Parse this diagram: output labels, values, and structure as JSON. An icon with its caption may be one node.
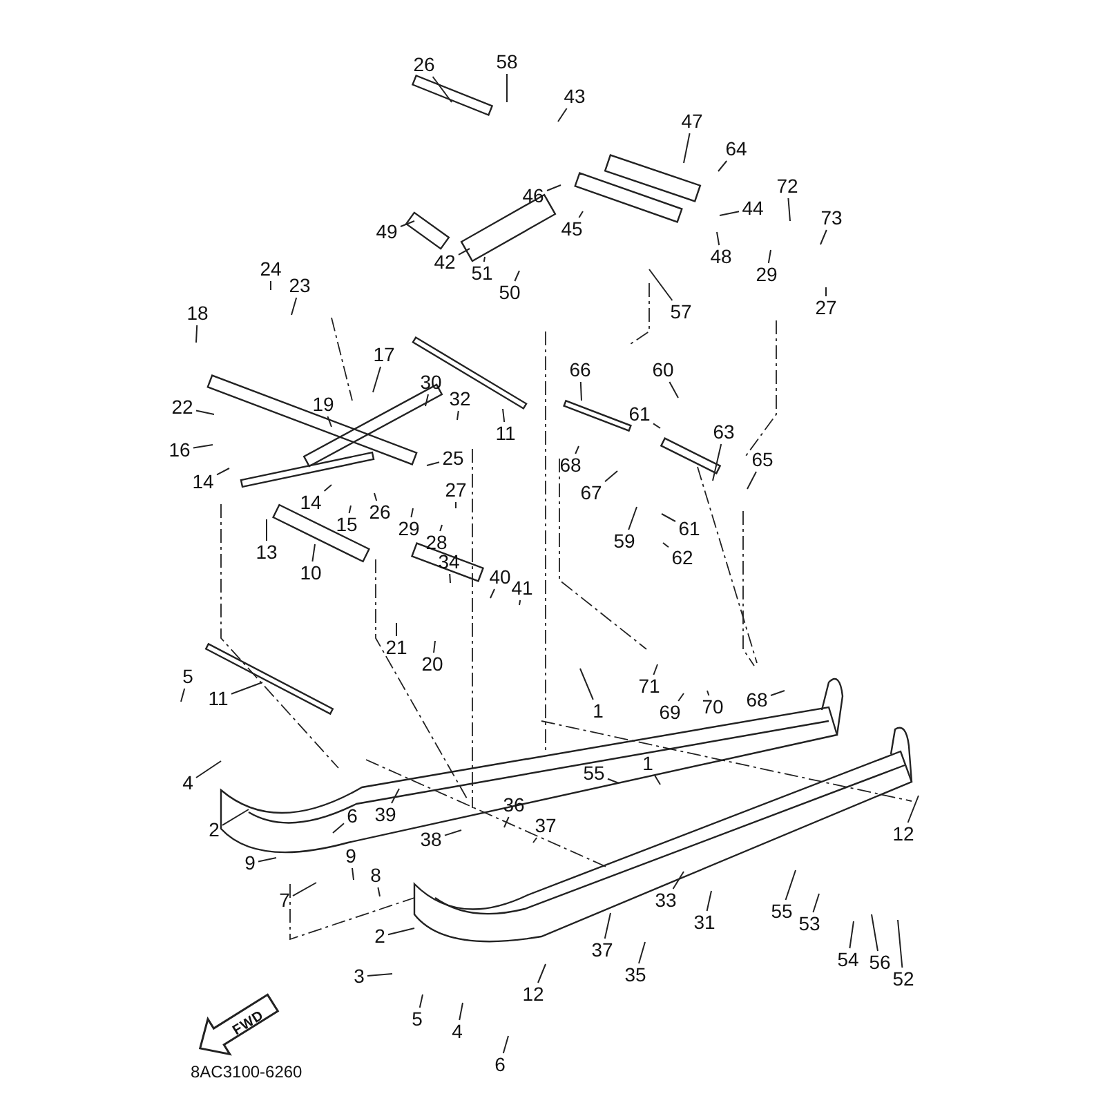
{
  "diagram": {
    "nodes": [
      {
        "text": [
          "26"
        ]
      },
      {
        "text": [
          "58"
        ]
      },
      {
        "text": [
          "43"
        ]
      },
      {
        "text": [
          "47"
        ]
      },
      {
        "text": [
          "64"
        ]
      },
      {
        "text": [
          "46"
        ]
      },
      {
        "text": [
          "44"
        ]
      },
      {
        "text": [
          "72"
        ]
      },
      {
        "text": [
          "73"
        ]
      },
      {
        "text": [
          "45"
        ]
      },
      {
        "text": [
          "49"
        ]
      },
      {
        "text": [
          "24"
        ]
      },
      {
        "text": [
          "23"
        ]
      },
      {
        "text": [
          "48"
        ]
      },
      {
        "text": [
          "29"
        ]
      },
      {
        "text": [
          "42"
        ]
      },
      {
        "text": [
          "51"
        ]
      },
      {
        "text": [
          "50"
        ]
      },
      {
        "text": [
          "57"
        ]
      },
      {
        "text": [
          "27"
        ]
      },
      {
        "text": [
          "18"
        ]
      },
      {
        "text": [
          "17"
        ]
      },
      {
        "text": [
          "30"
        ]
      },
      {
        "text": [
          "32"
        ]
      },
      {
        "text": [
          "11"
        ]
      },
      {
        "text": [
          "66"
        ]
      },
      {
        "text": [
          "60"
        ]
      },
      {
        "text": [
          "22"
        ]
      },
      {
        "text": [
          "19"
        ]
      },
      {
        "text": [
          "61"
        ]
      },
      {
        "text": [
          "63"
        ]
      },
      {
        "text": [
          "65"
        ]
      },
      {
        "text": [
          "16"
        ]
      },
      {
        "text": [
          "25"
        ]
      },
      {
        "text": [
          "14"
        ]
      },
      {
        "text": [
          "68"
        ]
      },
      {
        "text": [
          "67"
        ]
      },
      {
        "text": [
          "27"
        ]
      },
      {
        "text": [
          "14"
        ]
      },
      {
        "text": [
          "26"
        ]
      },
      {
        "text": [
          "59"
        ]
      },
      {
        "text": [
          "61"
        ]
      },
      {
        "text": [
          "15"
        ]
      },
      {
        "text": [
          "29"
        ]
      },
      {
        "text": [
          "28"
        ]
      },
      {
        "text": [
          "62"
        ]
      },
      {
        "text": [
          "13"
        ]
      },
      {
        "text": [
          "10"
        ]
      },
      {
        "text": [
          "34"
        ]
      },
      {
        "text": [
          "40"
        ]
      },
      {
        "text": [
          "41"
        ]
      },
      {
        "text": [
          "21"
        ]
      },
      {
        "text": [
          "20"
        ]
      },
      {
        "text": [
          "1"
        ]
      },
      {
        "text": [
          "11"
        ]
      },
      {
        "text": [
          "71"
        ]
      },
      {
        "text": [
          "69"
        ]
      },
      {
        "text": [
          "70"
        ]
      },
      {
        "text": [
          "68"
        ]
      },
      {
        "text": [
          "5"
        ]
      },
      {
        "text": [
          "1"
        ]
      },
      {
        "text": [
          "55"
        ]
      },
      {
        "text": [
          "4"
        ]
      },
      {
        "text": [
          "2"
        ]
      },
      {
        "text": [
          "6"
        ]
      },
      {
        "text": [
          "39"
        ]
      },
      {
        "text": [
          "12"
        ]
      },
      {
        "text": [
          "36"
        ]
      },
      {
        "text": [
          "37"
        ]
      },
      {
        "text": [
          "38"
        ]
      },
      {
        "text": [
          "9"
        ]
      },
      {
        "text": [
          "9"
        ]
      },
      {
        "text": [
          "8"
        ]
      },
      {
        "text": [
          "7"
        ]
      },
      {
        "text": [
          "33"
        ]
      },
      {
        "text": [
          "31"
        ]
      },
      {
        "text": [
          "55"
        ]
      },
      {
        "text": [
          "53"
        ]
      },
      {
        "text": [
          "54"
        ]
      },
      {
        "text": [
          "56"
        ]
      },
      {
        "text": [
          "52"
        ]
      },
      {
        "text": [
          "37"
        ]
      },
      {
        "text": [
          "35"
        ]
      },
      {
        "text": [
          "2"
        ]
      },
      {
        "text": [
          "3"
        ]
      },
      {
        "text": [
          "12"
        ]
      },
      {
        "text": [
          "5"
        ]
      },
      {
        "text": [
          "4"
        ]
      },
      {
        "text": [
          "6"
        ]
      }
    ],
    "edges": [
      {
        "from": 0,
        "to": null,
        "arrow": "none"
      },
      {
        "from": 1,
        "to": null,
        "arrow": "none"
      },
      {
        "from": 2,
        "to": null,
        "arrow": "none"
      },
      {
        "from": 3,
        "to": null,
        "arrow": "none"
      },
      {
        "from": 4,
        "to": null,
        "arrow": "none"
      },
      {
        "from": 5,
        "to": null,
        "arrow": "none"
      },
      {
        "from": 6,
        "to": null,
        "arrow": "none"
      },
      {
        "from": 7,
        "to": null,
        "arrow": "none"
      },
      {
        "from": 8,
        "to": null,
        "arrow": "none"
      },
      {
        "from": 9,
        "to": null,
        "arrow": "none"
      },
      {
        "from": 10,
        "to": null,
        "arrow": "none"
      },
      {
        "from": 11,
        "to": null,
        "arrow": "none"
      },
      {
        "from": 12,
        "to": null,
        "arrow": "none"
      },
      {
        "from": 13,
        "to": null,
        "arrow": "none"
      },
      {
        "from": 14,
        "to": null,
        "arrow": "none"
      },
      {
        "from": 15,
        "to": null,
        "arrow": "none"
      },
      {
        "from": 16,
        "to": null,
        "arrow": "none"
      },
      {
        "from": 17,
        "to": null,
        "arrow": "none"
      },
      {
        "from": 18,
        "to": null,
        "arrow": "none"
      },
      {
        "from": 19,
        "to": null,
        "arrow": "none"
      },
      {
        "from": 20,
        "to": null,
        "arrow": "none"
      },
      {
        "from": 21,
        "to": null,
        "arrow": "none"
      },
      {
        "from": 22,
        "to": null,
        "arrow": "none"
      },
      {
        "from": 23,
        "to": null,
        "arrow": "none"
      },
      {
        "from": 24,
        "to": null,
        "arrow": "none"
      },
      {
        "from": 25,
        "to": null,
        "arrow": "none"
      },
      {
        "from": 26,
        "to": null,
        "arrow": "none"
      },
      {
        "from": 27,
        "to": null,
        "arrow": "none"
      },
      {
        "from": 28,
        "to": null,
        "arrow": "none"
      },
      {
        "from": 29,
        "to": null,
        "arrow": "none"
      },
      {
        "from": 30,
        "to": null,
        "arrow": "none"
      },
      {
        "from": 31,
        "to": null,
        "arrow": "none"
      },
      {
        "from": 32,
        "to": null,
        "arrow": "none"
      },
      {
        "from": 33,
        "to": null,
        "arrow": "none"
      },
      {
        "from": 34,
        "to": null,
        "arrow": "none"
      },
      {
        "from": 35,
        "to": null,
        "arrow": "none"
      },
      {
        "from": 36,
        "to": null,
        "arrow": "none"
      },
      {
        "from": 37,
        "to": null,
        "arrow": "none"
      },
      {
        "from": 38,
        "to": null,
        "arrow": "none"
      },
      {
        "from": 39,
        "to": null,
        "arrow": "none"
      },
      {
        "from": 40,
        "to": null,
        "arrow": "none"
      },
      {
        "from": 41,
        "to": null,
        "arrow": "none"
      },
      {
        "from": 42,
        "to": null,
        "arrow": "none"
      },
      {
        "from": 43,
        "to": null,
        "arrow": "none"
      },
      {
        "from": 44,
        "to": null,
        "arrow": "none"
      },
      {
        "from": 45,
        "to": null,
        "arrow": "none"
      },
      {
        "from": 46,
        "to": null,
        "arrow": "none"
      },
      {
        "from": 47,
        "to": null,
        "arrow": "none"
      },
      {
        "from": 48,
        "to": null,
        "arrow": "none"
      },
      {
        "from": 49,
        "to": null,
        "arrow": "none"
      },
      {
        "from": 50,
        "to": null,
        "arrow": "none"
      },
      {
        "from": 51,
        "to": null,
        "arrow": "none"
      },
      {
        "from": 52,
        "to": null,
        "arrow": "none"
      },
      {
        "from": 53,
        "to": null,
        "arrow": "none"
      },
      {
        "from": 54,
        "to": null,
        "arrow": "none"
      },
      {
        "from": 55,
        "to": null,
        "arrow": "none"
      },
      {
        "from": 56,
        "to": null,
        "arrow": "none"
      },
      {
        "from": 57,
        "to": null,
        "arrow": "none"
      },
      {
        "from": 58,
        "to": null,
        "arrow": "none"
      },
      {
        "from": 59,
        "to": null,
        "arrow": "none"
      },
      {
        "from": 60,
        "to": null,
        "arrow": "none"
      },
      {
        "from": 61,
        "to": null,
        "arrow": "none"
      },
      {
        "from": 62,
        "to": null,
        "arrow": "none"
      },
      {
        "from": 63,
        "to": null,
        "arrow": "none"
      },
      {
        "from": 64,
        "to": null,
        "arrow": "none"
      },
      {
        "from": 65,
        "to": null,
        "arrow": "none"
      },
      {
        "from": 66,
        "to": null,
        "arrow": "none"
      },
      {
        "from": 67,
        "to": null,
        "arrow": "none"
      },
      {
        "from": 68,
        "to": null,
        "arrow": "none"
      },
      {
        "from": 69,
        "to": null,
        "arrow": "none"
      },
      {
        "from": 70,
        "to": null,
        "arrow": "none"
      },
      {
        "from": 71,
        "to": null,
        "arrow": "none"
      },
      {
        "from": 72,
        "to": null,
        "arrow": "none"
      },
      {
        "from": 73,
        "to": null,
        "arrow": "none"
      },
      {
        "from": 74,
        "to": null,
        "arrow": "none"
      },
      {
        "from": 75,
        "to": null,
        "arrow": "none"
      },
      {
        "from": 76,
        "to": null,
        "arrow": "none"
      },
      {
        "from": 77,
        "to": null,
        "arrow": "none"
      },
      {
        "from": 78,
        "to": null,
        "arrow": "none"
      },
      {
        "from": 79,
        "to": null,
        "arrow": "none"
      },
      {
        "from": 80,
        "to": null,
        "arrow": "none"
      },
      {
        "from": 81,
        "to": null,
        "arrow": "none"
      },
      {
        "from": 82,
        "to": null,
        "arrow": "none"
      },
      {
        "from": 83,
        "to": null,
        "arrow": "none"
      },
      {
        "from": 84,
        "to": null,
        "arrow": "none"
      },
      {
        "from": 85,
        "to": null,
        "arrow": "none"
      },
      {
        "from": 86,
        "to": null,
        "arrow": "none"
      },
      {
        "from": 87,
        "to": null,
        "arrow": "none"
      },
      {
        "from": 88,
        "to": null,
        "arrow": "none"
      }
    ],
    "labels": [
      "FWD",
      "8AC3100-6260"
    ]
  }
}
